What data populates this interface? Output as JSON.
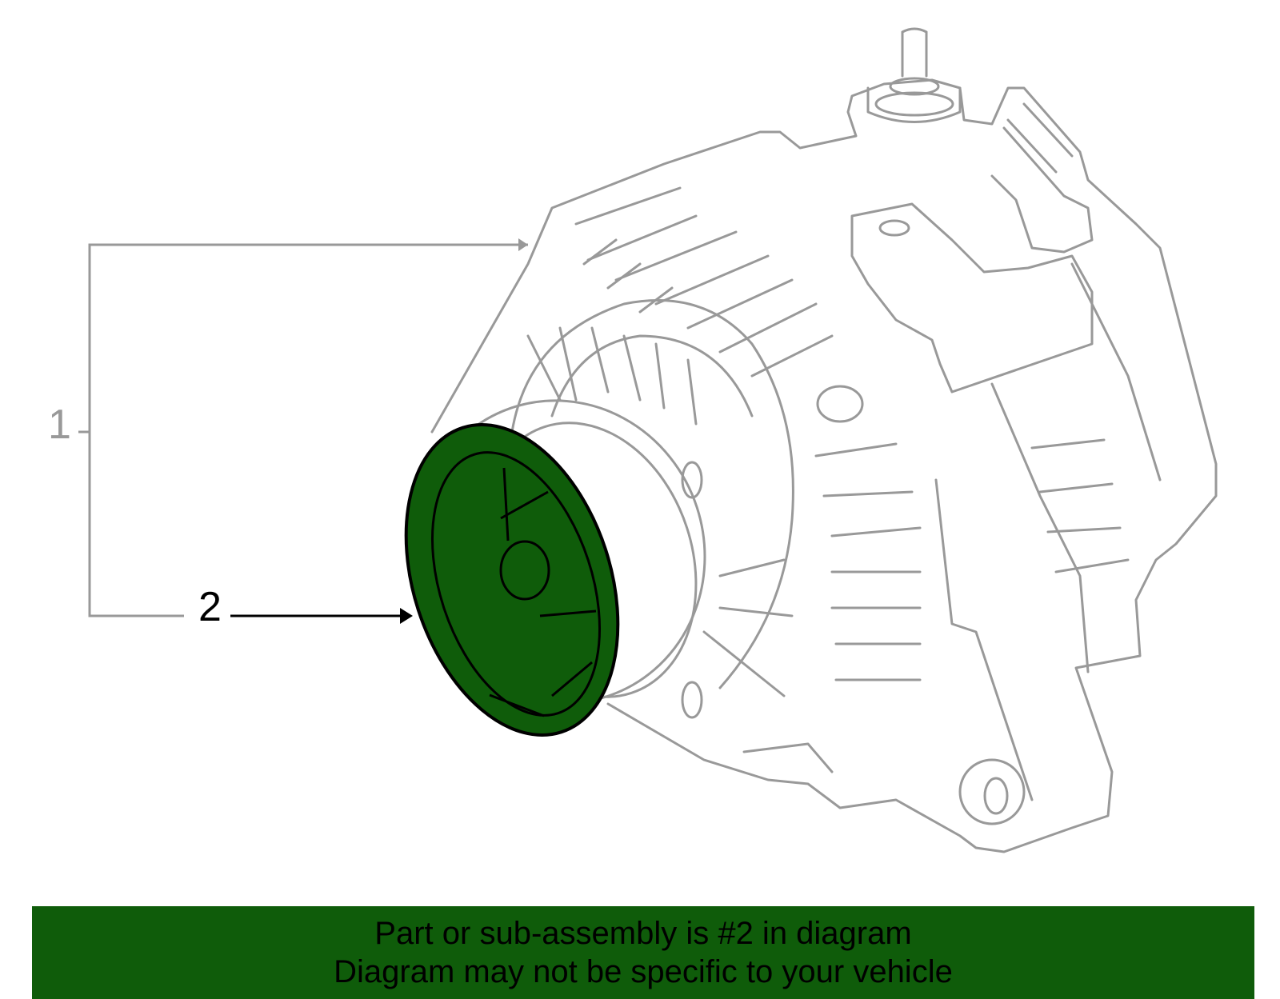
{
  "callouts": {
    "assembly_number": "1",
    "part_number": "2"
  },
  "banner": {
    "line1": "Part or sub-assembly is #2 in diagram",
    "line2": "Diagram may not be specific to your vehicle"
  },
  "colors": {
    "highlight": "#0f5c0a",
    "outline_gray": "#999999",
    "banner_bg": "#0f5c0a"
  },
  "icons": {
    "alternator": "alternator-drawing",
    "highlighted_part": "pulley-cover-highlight"
  }
}
